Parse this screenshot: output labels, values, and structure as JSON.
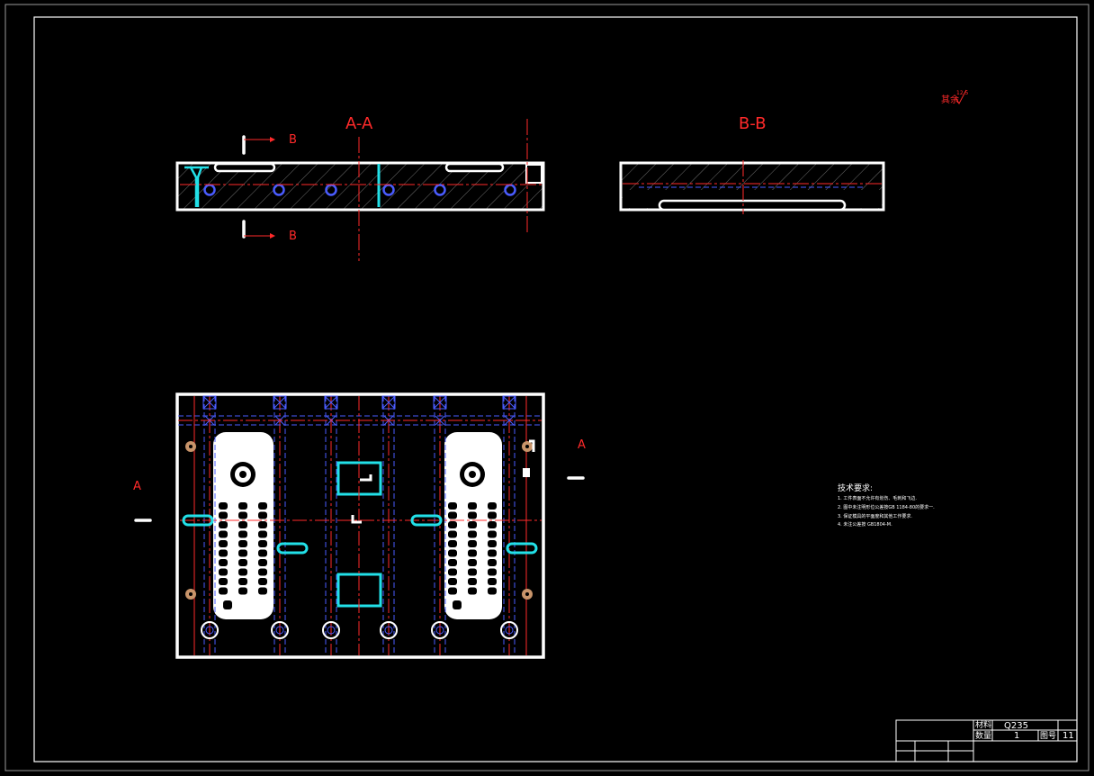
{
  "drawing": {
    "section_aa": "A-A",
    "section_bb": "B-B",
    "cut_b_top": "B",
    "cut_b_bottom": "B",
    "cut_a_left": "A",
    "cut_a_right": "A",
    "roughness": "其余",
    "roughness_value": "12.5"
  },
  "tech_requirements": {
    "title": "技术要求:",
    "items": [
      "1. 工件表面不允许有划伤、毛刺和飞边.",
      "2. 图中未注明形位公差按GB 1184-80的要求一.",
      "3. 保证模具的平面度和其他工作要求.",
      "4. 未注公差按 GB1804-M."
    ]
  },
  "title_block": {
    "material_label": "材料",
    "material_value": "Q235",
    "qty_label": "数量",
    "qty_value": "1",
    "drawing_no_label": "图号",
    "drawing_no_value": "11"
  },
  "colors": {
    "outline": "#ffffff",
    "center": "#ff2a2a",
    "hidden": "#4a5cff",
    "feature": "#22e0e8",
    "hatch": "#9a9a9a"
  }
}
